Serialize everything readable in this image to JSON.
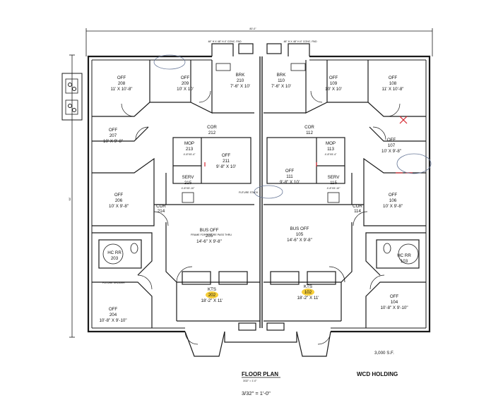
{
  "overall_dimension": "80'-0\"",
  "side_dimension": "64'",
  "rooms": {
    "off_208": {
      "name": "OFF",
      "number": "208",
      "size": "11' X 10'-8\""
    },
    "off_209": {
      "name": "OFF",
      "number": "209",
      "size": "10' X 10'"
    },
    "brk_210": {
      "name": "BRK",
      "number": "210",
      "size": "7'-6\" X 10'"
    },
    "brk_110": {
      "name": "BRK",
      "number": "110",
      "size": "7'-6\" X 10'"
    },
    "off_109": {
      "name": "OFF",
      "number": "109",
      "size": "10' X 10'"
    },
    "off_108": {
      "name": "OFF",
      "number": "108",
      "size": "11' X 10'-8\""
    },
    "cor_212": {
      "name": "COR",
      "number": "212"
    },
    "cor_112": {
      "name": "COR",
      "number": "112"
    },
    "off_207": {
      "name": "OFF",
      "number": "207",
      "size": "10' X 9'-8\""
    },
    "off_107": {
      "name": "OFF",
      "number": "107",
      "size": "10' X 9'-8\""
    },
    "mop_213": {
      "name": "MOP",
      "number": "213",
      "size": "4'-8\"X5'-4\""
    },
    "off_211": {
      "name": "OFF",
      "number": "211",
      "size": "9'-8\" X 10'"
    },
    "off_111": {
      "name": "OFF",
      "number": "111",
      "size": "9'-8\" X 10'"
    },
    "mop_113": {
      "name": "MOP",
      "number": "113",
      "size": "4'-8\"X5'-4\""
    },
    "serv_215": {
      "name": "SERV",
      "number": "215",
      "size": "4'-8\"X5'-10\""
    },
    "serv_115": {
      "name": "SERV",
      "number": "115",
      "size": "4'-8\"X5'-10\""
    },
    "off_206": {
      "name": "OFF",
      "number": "206",
      "size": "10' X 9'-8\""
    },
    "off_106": {
      "name": "OFF",
      "number": "106",
      "size": "10' X 9'-8\""
    },
    "cor_214": {
      "name": "COR",
      "number": "214"
    },
    "cor_114": {
      "name": "COR",
      "number": "114"
    },
    "bus_off_205": {
      "name": "BUS OFF",
      "number": "205",
      "size": "14'-6\" X 9'-8\""
    },
    "bus_off_105": {
      "name": "BUS OFF",
      "number": "105",
      "size": "14'-6\" X 9'-8\""
    },
    "hc_rr_203": {
      "name": "HC RR",
      "number": "203"
    },
    "hc_rr_103": {
      "name": "HC RR",
      "number": "103"
    },
    "off_204": {
      "name": "OFF",
      "number": "204",
      "size": "10'-8\" X 9'-10\""
    },
    "off_104": {
      "name": "OFF",
      "number": "104",
      "size": "10'-8\" X 9'-10\""
    },
    "kts_202": {
      "name": "KTS",
      "number": "202",
      "size": "18'-2\" X 11'"
    },
    "kts_102": {
      "name": "KTS",
      "number": "102",
      "size": "18'-2\" X 11'"
    }
  },
  "notes": {
    "future_stack": "FUTURE STACK",
    "frame_future_pass": "FRAME FOR FUTURE PASS THRU",
    "future_shower": "FUTURE SHOWER",
    "wall_pad_left": "48\" H X 48\" H 4\" CONC. PAD",
    "wall_pad_right": "48\" H X 48\" H 4\" CONC. PAD",
    "sf_total": "3,000 S.F."
  },
  "title_block": {
    "title": "FLOOR PLAN",
    "title_scale": "3/32\" = 1'-0\"",
    "owner": "WCD HOLDING",
    "scale": "3/32\" = 1'-0\""
  },
  "highlights": {
    "color": "#f5c518"
  },
  "accent_colors": {
    "line": "#1a1a1a",
    "redline": "#d6262e",
    "markup": "#6a7a9a"
  }
}
